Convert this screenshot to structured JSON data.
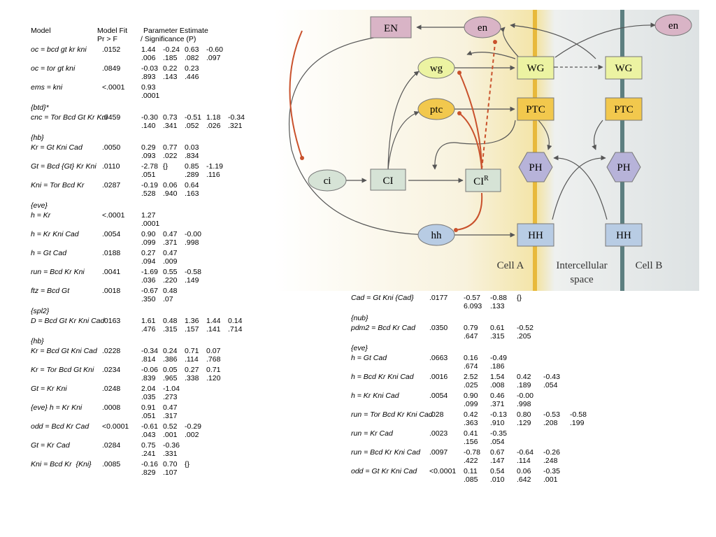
{
  "header": {
    "model": "Model",
    "model_fit": "Model Fit",
    "model_fit_sub": "Pr > F",
    "param": "Parameter Estimate",
    "param_sub": "/ Significance (P)"
  },
  "left_rows": [
    {
      "model": "oc = bcd gt kr kni",
      "fit": ".0152",
      "est": [
        "1.44",
        "-0.24",
        "0.63",
        "-0.60"
      ],
      "sig": [
        ".006",
        ".185",
        ".082",
        ".097"
      ]
    },
    {
      "model": "oc = tor gt kni",
      "fit": ".0849",
      "est": [
        "-0.03",
        "0.22",
        "0.23"
      ],
      "sig": [
        ".893",
        ".143",
        ".446"
      ]
    },
    {
      "model": "ems = kni",
      "fit": "<.0001",
      "est": [
        "0.93"
      ],
      "sig": [
        ".0001"
      ]
    },
    {
      "heading": "{btd}*"
    },
    {
      "model": "cnc = Tor Bcd Gt Kr Kni",
      "fit": ".0459",
      "est": [
        "-0.30",
        "0.73",
        "-0.51",
        "1.18",
        "-0.34"
      ],
      "sig": [
        ".140",
        ".341",
        ".052",
        ".026",
        ".321"
      ]
    },
    {
      "heading": "{hb}"
    },
    {
      "model": "Kr = Gt Kni Cad",
      "fit": ".0050",
      "est": [
        "0.29",
        "0.77",
        "0.03"
      ],
      "sig": [
        ".093",
        ".022",
        ".834"
      ]
    },
    {
      "model": "Gt = Bcd {Gt} Kr Kni",
      "fit": ".0110",
      "est": [
        "-2.78",
        "{}",
        "0.85",
        "-1.19"
      ],
      "sig": [
        ".051",
        "",
        ".289",
        ".116"
      ]
    },
    {
      "model": "Kni = Tor Bcd Kr",
      "fit": ".0287",
      "est": [
        "-0.19",
        "0.06",
        "0.64"
      ],
      "sig": [
        ".528",
        ".940",
        ".163"
      ]
    },
    {
      "heading": "{eve}"
    },
    {
      "model": "h = Kr",
      "fit": "<.0001",
      "est": [
        "1.27"
      ],
      "sig": [
        ".0001"
      ]
    },
    {
      "model": "h = Kr Kni Cad",
      "fit": ".0054",
      "est": [
        "0.90",
        "0.47",
        "-0.00"
      ],
      "sig": [
        ".099",
        ".371",
        ".998"
      ]
    },
    {
      "model": "h = Gt Cad",
      "fit": ".0188",
      "est": [
        "0.27",
        "0.47"
      ],
      "sig": [
        ".094",
        ".009"
      ]
    },
    {
      "model": "run = Bcd Kr Kni",
      "fit": ".0041",
      "est": [
        "-1.69",
        "0.55",
        "-0.58"
      ],
      "sig": [
        ".036",
        ".220",
        ".149"
      ]
    },
    {
      "model": "ftz = Bcd Gt",
      "fit": ".0018",
      "est": [
        "-0.67",
        "0.48"
      ],
      "sig": [
        ".350",
        ".07"
      ]
    },
    {
      "heading": "{spl2}"
    },
    {
      "model": "D = Bcd Gt Kr Kni Cad",
      "fit": ".0163",
      "est": [
        "1.61",
        "0.48",
        "1.36",
        "1.44",
        "0.14"
      ],
      "sig": [
        ".476",
        ".315",
        ".157",
        ".141",
        ".714"
      ]
    },
    {
      "heading": "{hb}"
    },
    {
      "model": "Kr = Bcd Gt Kni Cad",
      "fit": ".0228",
      "est": [
        "-0.34",
        "0.24",
        "0.71",
        "0.07"
      ],
      "sig": [
        ".814",
        ".386",
        ".114",
        ".768"
      ]
    },
    {
      "model": "Kr = Tor Bcd Gt Kni",
      "fit": ".0234",
      "est": [
        "-0.06",
        "0.05",
        "0.27",
        "0.71"
      ],
      "sig": [
        ".839",
        ".965",
        ".338",
        ".120"
      ]
    },
    {
      "model": "Gt = Kr Kni",
      "fit": ".0248",
      "est": [
        "2.04",
        "-1.04"
      ],
      "sig": [
        ".035",
        ".273"
      ]
    },
    {
      "model": "{eve} h = Kr Kni",
      "fit": ".0008",
      "est": [
        "0.91",
        "0.47"
      ],
      "sig": [
        ".051",
        ".317"
      ]
    },
    {
      "model": "odd = Bcd Kr Cad",
      "fit": "<0.0001",
      "est": [
        "-0.61",
        "0.52",
        "-0.29"
      ],
      "sig": [
        ".043",
        ".001",
        ".002"
      ]
    },
    {
      "model": "Gt = Kr Cad",
      "fit": ".0284",
      "est": [
        "0.75",
        "-0.36"
      ],
      "sig": [
        ".241",
        ".331"
      ]
    },
    {
      "model": "Kni = Bcd Kr  {Kni}",
      "fit": ".0085",
      "est": [
        "-0.16",
        "0.70",
        "{}"
      ],
      "sig": [
        ".829",
        ".107"
      ]
    }
  ],
  "right_rows": [
    {
      "model": "Cad = Gt Kni {Cad}",
      "fit": ".0177",
      "est": [
        "-0.57",
        "-0.88",
        "{}"
      ],
      "sig": [
        "6.093",
        ".133"
      ]
    },
    {
      "heading": "{nub}"
    },
    {
      "model": "pdm2 = Bcd Kr Cad",
      "fit": ".0350",
      "est": [
        "0.79",
        "0.61",
        "-0.52"
      ],
      "sig": [
        ".647",
        ".315",
        ".205"
      ]
    },
    {
      "heading": "{eve}"
    },
    {
      "model": "h = Gt Cad",
      "fit": ".0663",
      "est": [
        "0.16",
        "-0.49"
      ],
      "sig": [
        ".674",
        ".186"
      ]
    },
    {
      "model": "h = Bcd Kr Kni Cad",
      "fit": ".0016",
      "est": [
        "2.52",
        "1.54",
        "0.42",
        "-0.43"
      ],
      "sig": [
        ".025",
        ".008",
        ".189",
        ".054"
      ]
    },
    {
      "model": "h = Kr Kni Cad",
      "fit": ".0054",
      "est": [
        "0.90",
        "0.46",
        "-0.00"
      ],
      "sig": [
        ".099",
        ".371",
        ".998"
      ]
    },
    {
      "model": "run = Tor Bcd Kr Kni Cad",
      "fit": ".028",
      "est": [
        "0.42",
        "-0.13",
        "0.80",
        "-0.53",
        "-0.58"
      ],
      "sig": [
        ".363",
        ".910",
        ".129",
        ".208",
        ".199"
      ]
    },
    {
      "model": "run = Kr Cad",
      "fit": ".0023",
      "est": [
        "0.41",
        "-0.35"
      ],
      "sig": [
        ".156",
        ".054"
      ]
    },
    {
      "model": "run = Bcd Kr Kni Cad",
      "fit": ".0097",
      "est": [
        "-0.78",
        "0.67",
        "-0.64",
        "-0.26"
      ],
      "sig": [
        ".422",
        ".147",
        ".114",
        ".248"
      ]
    },
    {
      "model": "odd = Gt Kr Kni Cad",
      "fit": "<0.0001",
      "est": [
        "0.11",
        "0.54",
        "0.06",
        "-0.35"
      ],
      "sig": [
        ".085",
        ".010",
        ".642",
        ".001"
      ]
    }
  ],
  "diagram": {
    "nodes": {
      "en_rect": "EN",
      "en_a": "en",
      "en_b": "en",
      "wg": "wg",
      "ptc": "ptc",
      "ci": "ci",
      "ci_box": "CI",
      "cir_main": "CI",
      "cir_sup": "R",
      "hh": "hh",
      "wg_a": "WG",
      "wg_b": "WG",
      "ptc_a": "PTC",
      "ptc_b": "PTC",
      "ph_a": "PH",
      "ph_b": "PH",
      "hh_a": "HH",
      "hh_b": "HH"
    },
    "labels": {
      "cell_a": "Cell A",
      "inter_1": "Intercellular",
      "inter_2": "space",
      "cell_b": "Cell B"
    },
    "colors": {
      "activator_red": "#c9512c",
      "arrow_gray": "#555555",
      "membrane_a": "#e8b93b",
      "membrane_b": "#5d7f80",
      "hexagon": "#b7b3d9",
      "box_green": "#d6e3d6",
      "box_purple": "#d9b4c6",
      "box_yellow": "#ecf3a2",
      "box_orange": "#f2c84d",
      "box_blue": "#b8cce4"
    }
  }
}
